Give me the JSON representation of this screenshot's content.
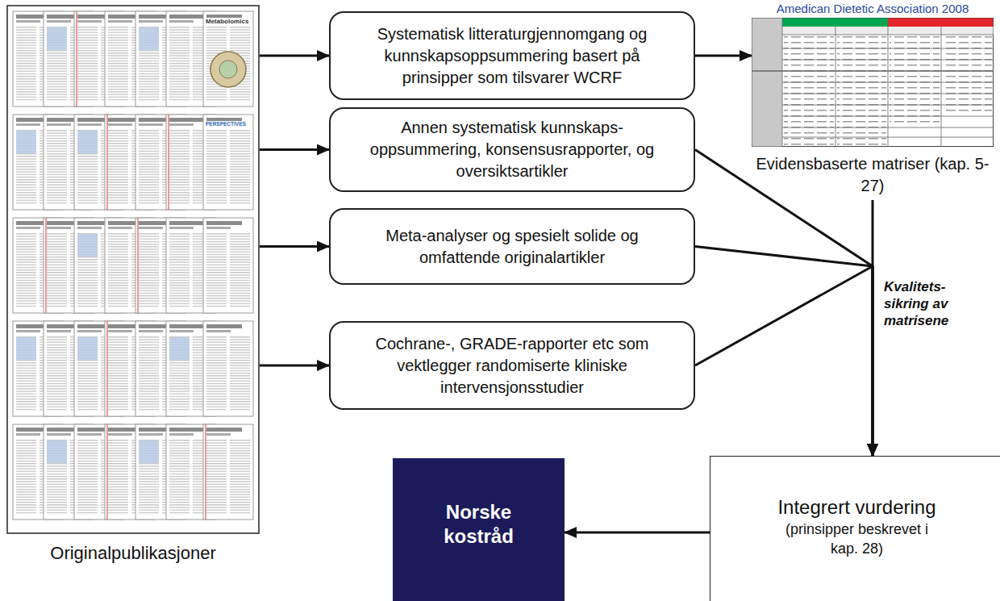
{
  "diagram": {
    "nodes": [
      {
        "text": [
          "Originalpublikasjoner"
        ]
      },
      {
        "text": [
          "Systematisk litteraturgjennomgang og kunnskapsoppsummering basert på prinsipper som tilsvarer WCRF"
        ]
      },
      {
        "text": [
          "Annen systematisk kunnskaps-oppsummering, konsensusrapporter, og oversiktsartikler"
        ]
      },
      {
        "text": [
          "Meta-analyser og spesielt solide og omfattende originalartikler"
        ]
      },
      {
        "text": [
          "Cochrane-, GRADE-rapporter etc som vektlegger randomiserte kliniske intervensjonsstudier"
        ]
      },
      {
        "text": [
          "Amedican Dietetic Association 2008",
          "Evidensbaserte matriser (kap. 5-27)"
        ]
      },
      {
        "text": [
          "Integrert vurdering",
          "(prinsipper beskrevet i kap. 28)"
        ]
      },
      {
        "text": [
          "Norske kostråd"
        ]
      }
    ],
    "edges": [
      {
        "from": 0,
        "to": 1,
        "arrow": "to"
      },
      {
        "from": 0,
        "to": 2,
        "arrow": "to"
      },
      {
        "from": 0,
        "to": 3,
        "arrow": "to"
      },
      {
        "from": 0,
        "to": 4,
        "arrow": "to"
      },
      {
        "from": 1,
        "to": 5,
        "arrow": "to"
      },
      {
        "from": 5,
        "to": 6,
        "label": "Kvalitets-sikring av matrisene",
        "arrow": "to"
      },
      {
        "from": 2,
        "to": 6,
        "arrow": "to"
      },
      {
        "from": 3,
        "to": 6,
        "arrow": "to"
      },
      {
        "from": 4,
        "to": 6,
        "arrow": "to"
      },
      {
        "from": 6,
        "to": 7,
        "arrow": "to"
      }
    ],
    "labels": [
      "Metabolomics",
      "PERSPECTIVES"
    ]
  }
}
